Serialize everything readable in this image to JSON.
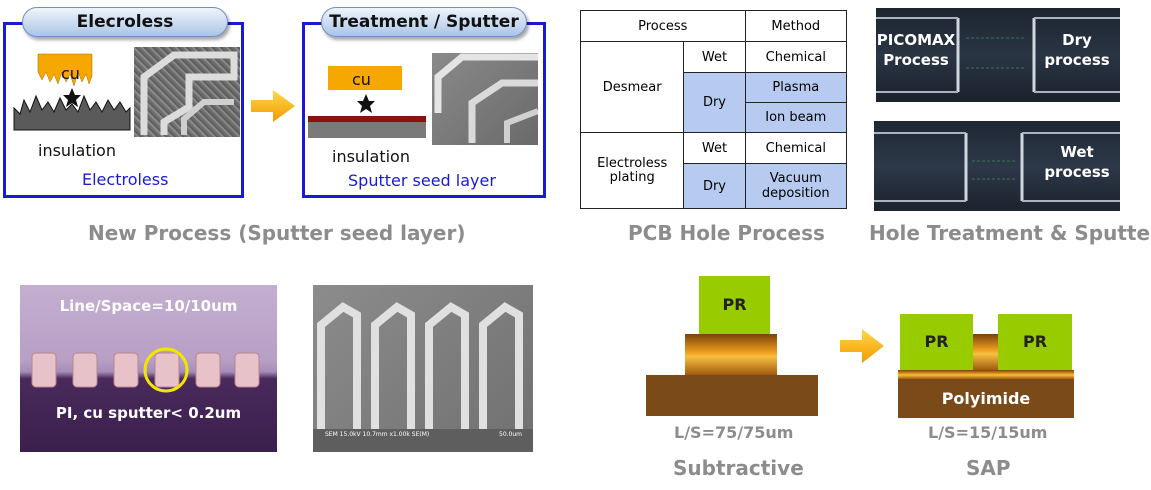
{
  "panel_electroless": {
    "header": "Elecroless",
    "cu_label": "cu",
    "insulation_label": "insulation",
    "caption": "Electroless"
  },
  "panel_sputter": {
    "header": "Treatment / Sputter",
    "cu_label": "cu",
    "insulation_label": "insulation",
    "caption": "Sputter seed layer"
  },
  "new_process_caption": "New Process (Sputter seed layer)",
  "process_table": {
    "head_process": "Process",
    "head_method": "Method",
    "desmear": "Desmear",
    "electroless_plating": "Electroless plating",
    "wet": "Wet",
    "dry": "Dry",
    "chemical": "Chemical",
    "plasma": "Plasma",
    "ion_beam": "Ion beam",
    "vacuum_deposition": "Vacuum deposition"
  },
  "pcb_caption": "PCB Hole Process",
  "hole_images": {
    "picomax": "PICOMAX Process",
    "dry": "Dry process",
    "wet": "Wet process"
  },
  "hole_caption": "Hole Treatment & Sputter",
  "line_image": {
    "top": "Line/Space=10/10um",
    "bottom": "PI, cu sputter< 0.2um"
  },
  "sem_bottom": {
    "label": "SEM 15.0kV 10.7mm x1.00k SE(M)",
    "scale": "50.0um"
  },
  "subtractive": {
    "pr": "PR",
    "ls": "L/S=75/75um",
    "caption": "Subtractive"
  },
  "sap": {
    "pr_left": "PR",
    "pr_right": "PR",
    "polyimide": "Polyimide",
    "ls": "L/S=15/15um",
    "caption": "SAP"
  },
  "colors": {
    "frame_blue": "#1a1ad6",
    "pr_green": "#99cc00",
    "copper": "#f0a020",
    "polyimide": "#7a4a18",
    "arrow_orange": "#f7a800",
    "highlight_blue": "#b7cbf0"
  }
}
